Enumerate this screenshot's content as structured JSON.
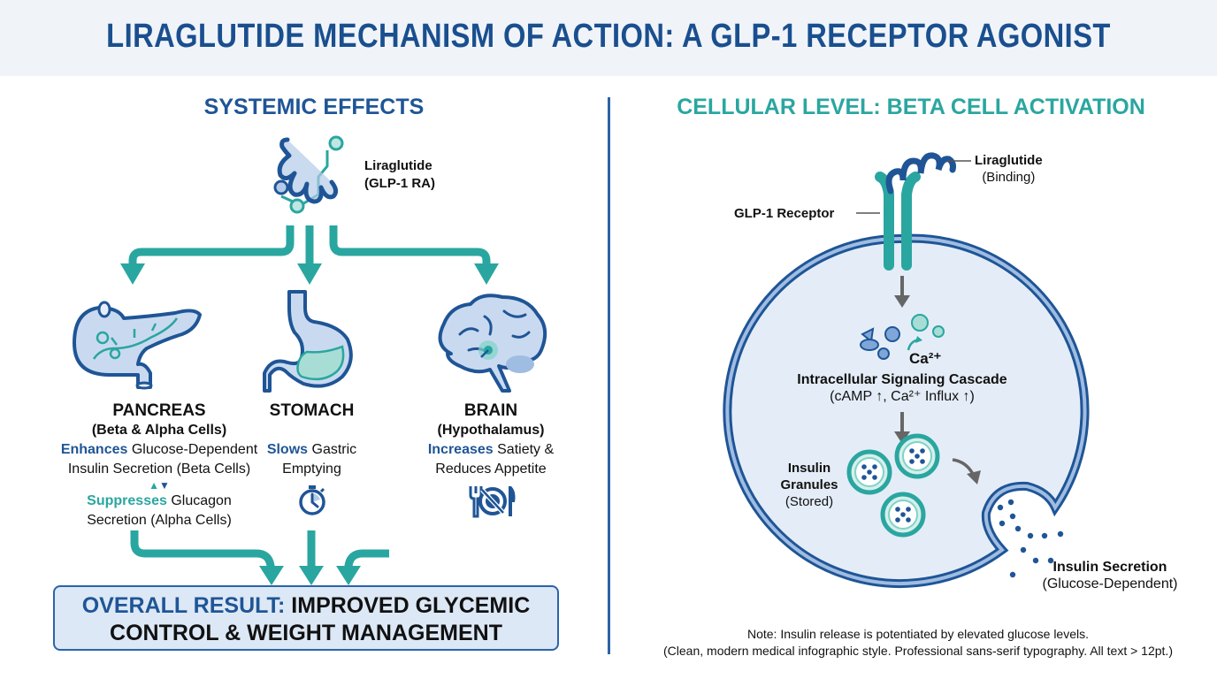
{
  "title": "LIRAGLUTIDE MECHANISM OF ACTION: A GLP-1 RECEPTOR AGONIST",
  "colors": {
    "navy": "#1f5596",
    "teal": "#2aa6a0",
    "cell_fill": "#e4edf7",
    "box_fill": "#dce8f6",
    "header_bg": "#f0f4f9"
  },
  "left": {
    "section_title": "SYSTEMIC EFFECTS",
    "drug": {
      "name": "Liraglutide",
      "sub": "(GLP-1 RA)",
      "icon": "peptide-molecule-icon"
    },
    "organs": [
      {
        "name": "PANCREAS",
        "sub": "(Beta & Alpha Cells)",
        "icon": "pancreas-icon",
        "effect1_verb": "Enhances",
        "effect1_rest": " Glucose-Dependent",
        "effect1_line2": "Insulin Secretion (Beta Cells)",
        "effect2_verb": "Suppresses",
        "effect2_rest": " Glucagon",
        "effect2_line2": "Secretion (Alpha Cells)",
        "updown_icon": "up-down-triangle-icon"
      },
      {
        "name": "STOMACH",
        "icon": "stomach-icon",
        "effect_verb": "Slows",
        "effect_rest": " Gastric",
        "effect_line2": "Emptying",
        "small_icon": "stopwatch-icon"
      },
      {
        "name": "BRAIN",
        "sub": "(Hypothalamus)",
        "icon": "brain-icon",
        "effect_verb": "Increases",
        "effect_rest": " Satiety &",
        "effect_line2": "Reduces Appetite",
        "small_icon": "no-food-icon"
      }
    ],
    "result": {
      "label": "OVERALL RESULT:",
      "text1": " IMPROVED GLYCEMIC",
      "text2": "CONTROL & WEIGHT MANAGEMENT"
    }
  },
  "right": {
    "section_title": "CELLULAR LEVEL: BETA CELL ACTIVATION",
    "liraglutide_label": "Liraglutide",
    "liraglutide_sub": "(Binding)",
    "receptor_label": "GLP-1 Receptor",
    "ca_label": "Ca²⁺",
    "cascade_title": "Intracellular Signaling Cascade",
    "cascade_sub": "(cAMP ↑, Ca²⁺ Influx ↑)",
    "granules_l1": "Insulin",
    "granules_l2": "Granules",
    "granules_l3": "(Stored)",
    "secretion_title": "Insulin Secretion",
    "secretion_sub": "(Glucose-Dependent)",
    "note1": "Note: Insulin release is potentiated by elevated glucose levels.",
    "note2": "(Clean, modern medical infographic style. Professional sans-serif typography. All text > 12pt.)"
  }
}
